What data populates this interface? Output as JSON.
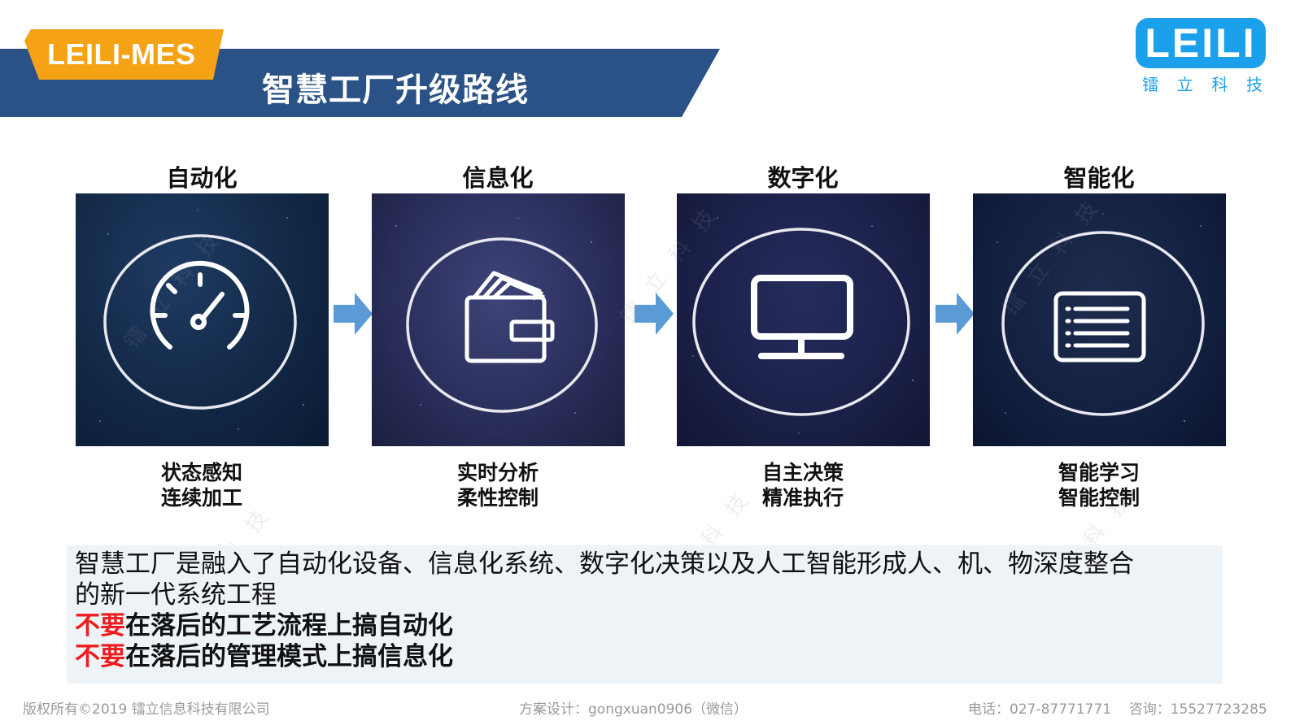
{
  "header": {
    "badge": "LEILI-MES",
    "title": "智慧工厂升级路线"
  },
  "logo": {
    "text": "LEILI",
    "subtitle_chars": [
      "镭",
      "立",
      "科",
      "技"
    ]
  },
  "stages": [
    {
      "title": "自动化",
      "icon": "speedometer-icon",
      "desc_line1": "状态感知",
      "desc_line2": "连续加工"
    },
    {
      "title": "信息化",
      "icon": "wallet-icon",
      "desc_line1": "实时分析",
      "desc_line2": "柔性控制"
    },
    {
      "title": "数字化",
      "icon": "monitor-icon",
      "desc_line1": "自主决策",
      "desc_line2": "精准执行"
    },
    {
      "title": "智能化",
      "icon": "list-icon",
      "desc_line1": "智能学习",
      "desc_line2": "智能控制"
    }
  ],
  "watermark": "镭立科技",
  "summary": {
    "line1": "智慧工厂是融入了自动化设备、信息化系统、数字化决策以及人工智能形成人、机、物深度整合",
    "line2": "的新一代系统工程",
    "line3_neg": "不要",
    "line3_rest": "在落后的工艺流程上搞自动化",
    "line4_neg": "不要",
    "line4_rest": "在落后的管理模式上搞信息化"
  },
  "footer": {
    "copyright": "版权所有©2019 镭立信息科技有限公司",
    "design": "方案设计：gongxuan0906（微信）",
    "contact": "电话：027-87771771    咨询：15527723285"
  },
  "colors": {
    "banner": "#2a5286",
    "badge": "#f5a314",
    "logo": "#1ba0ec",
    "arrow": "#5b9bd5",
    "negative": "#ee1c1c",
    "summary_bg": "#eef3f8"
  }
}
